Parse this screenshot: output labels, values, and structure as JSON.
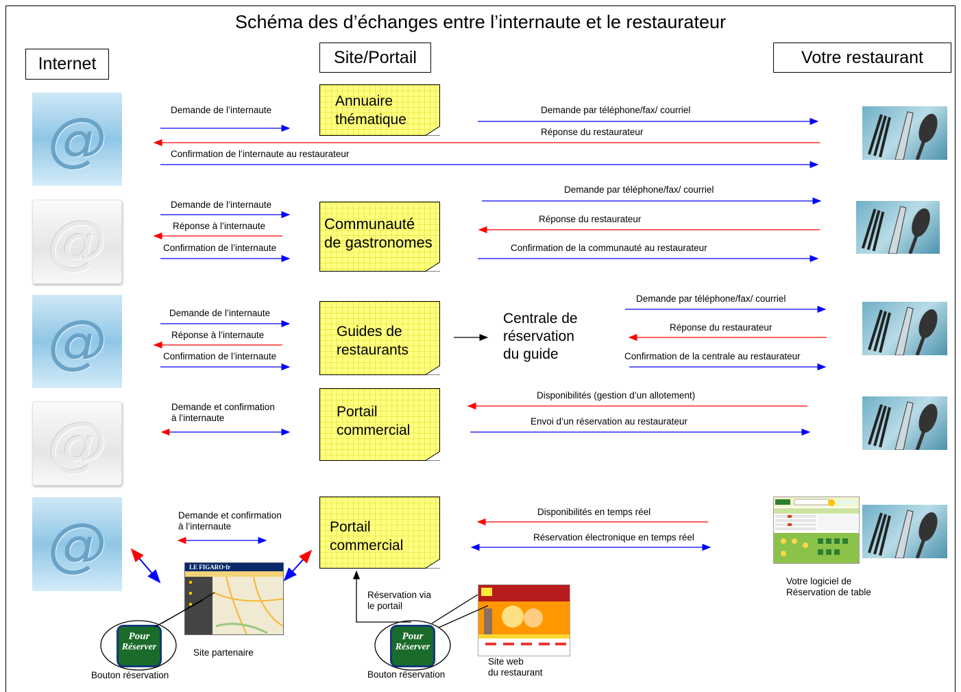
{
  "title": "Schéma des d’échanges entre l’internaute et le restaurateur",
  "columns": {
    "internet": "Internet",
    "site": "Site/Portail",
    "restaurant": "Votre restaurant"
  },
  "portals": {
    "p1": "Annuaire\nthématique",
    "p2": "Communauté\nde gastronomes",
    "p3": "Guides de\nrestaurants",
    "p4": "Portail\ncommercial",
    "p5": "Portail\ncommercial"
  },
  "central": "Centrale de\nréservation\ndu guide",
  "row1": {
    "left_demand": "Demande de l’internaute",
    "right_demand": "Demande par téléphone/fax/ courriel",
    "right_response": "Réponse du restaurateur",
    "confirmation": "Confirmation de l’internaute au restaurateur"
  },
  "row2": {
    "left_demand": "Demande de l’internaute",
    "left_response": "Réponse à l’internaute",
    "left_confirm": "Confirmation de l’internaute",
    "right_demand": "Demande par téléphone/fax/ courriel",
    "right_response": "Réponse du restaurateur",
    "right_confirm": "Confirmation de la communauté au restaurateur"
  },
  "row3": {
    "left_demand": "Demande de l’internaute",
    "left_response": "Réponse à l’internaute",
    "left_confirm": "Confirmation de l’internaute",
    "right_demand": "Demande par téléphone/fax/ courriel",
    "right_response": "Réponse du restaurateur",
    "right_confirm": "Confirmation de la centrale au restaurateur"
  },
  "row4": {
    "left": "Demande et confirmation\nà l’internaute",
    "right_avail": "Disponibilités (gestion d’un allotement)",
    "right_send": "Envoi d’un réservation au restaurateur"
  },
  "row5": {
    "left": "Demande et confirmation\nà l’internaute",
    "right_avail": "Disponibilités en temps réel",
    "right_resa": "Réservation électronique en temps réel"
  },
  "bottom": {
    "partner_site": "Site partenaire",
    "button1": "Bouton réservation",
    "button2": "Bouton réservation",
    "via_portal": "Réservation via\nle portail",
    "restaurant_site": "Site web\ndu restaurant",
    "software": "Votre logiciel de\nRéservation de table",
    "pour_reserver_1": "Pour",
    "pour_reserver_2": "Réserver",
    "figaro": "LE FIGARO·fr"
  },
  "icons": [
    "at-sign-icon",
    "cutlery-icon",
    "arrow-icon"
  ],
  "colors": {
    "note": "#ffff80",
    "request_arrow": "#0000ff",
    "response_arrow": "#ff0000"
  }
}
